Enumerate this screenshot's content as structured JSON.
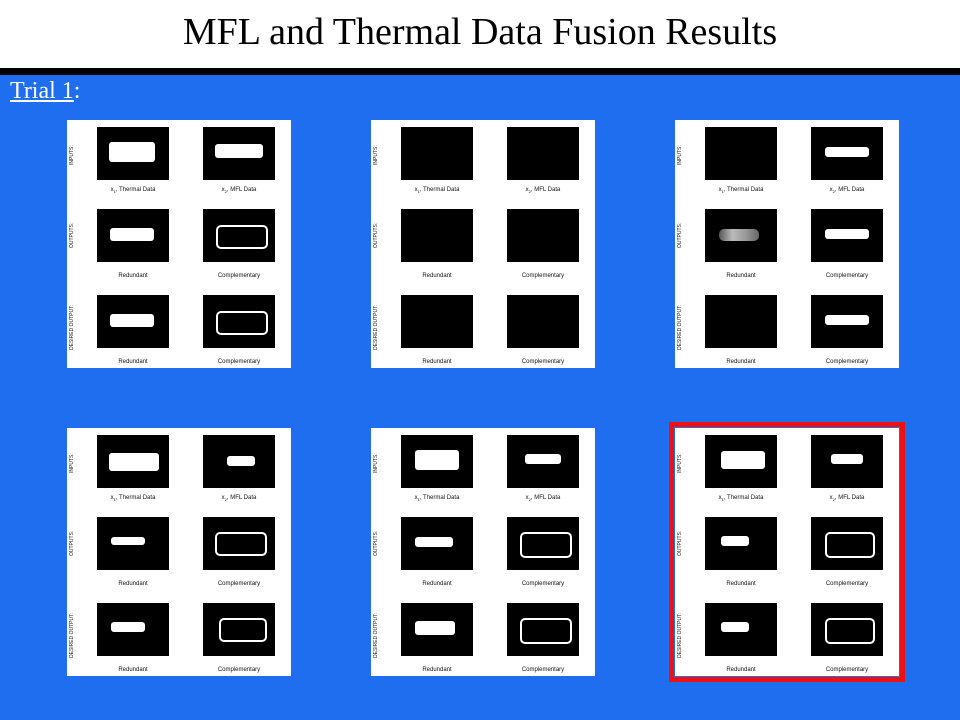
{
  "slide": {
    "title": "MFL and Thermal Data Fusion Results",
    "trial_link": "Trial 1",
    "trial_suffix": ":"
  },
  "labels": {
    "inputs": "INPUTS:",
    "outputs": "OUTPUTS:",
    "desired": "DESIRED OUTPUT:",
    "thermal_prefix": "x",
    "thermal_sub": "1",
    "thermal_suffix": ", Thermal Data",
    "mfl_prefix": "x",
    "mfl_sub": "2",
    "mfl_suffix": ", MFL Data",
    "redundant": "Redundant",
    "complementary": "Complementary"
  },
  "colors": {
    "background": "#1f6ef0",
    "highlight": "#ee1111",
    "header": "#ffffff"
  },
  "highlighted_panel": 6
}
